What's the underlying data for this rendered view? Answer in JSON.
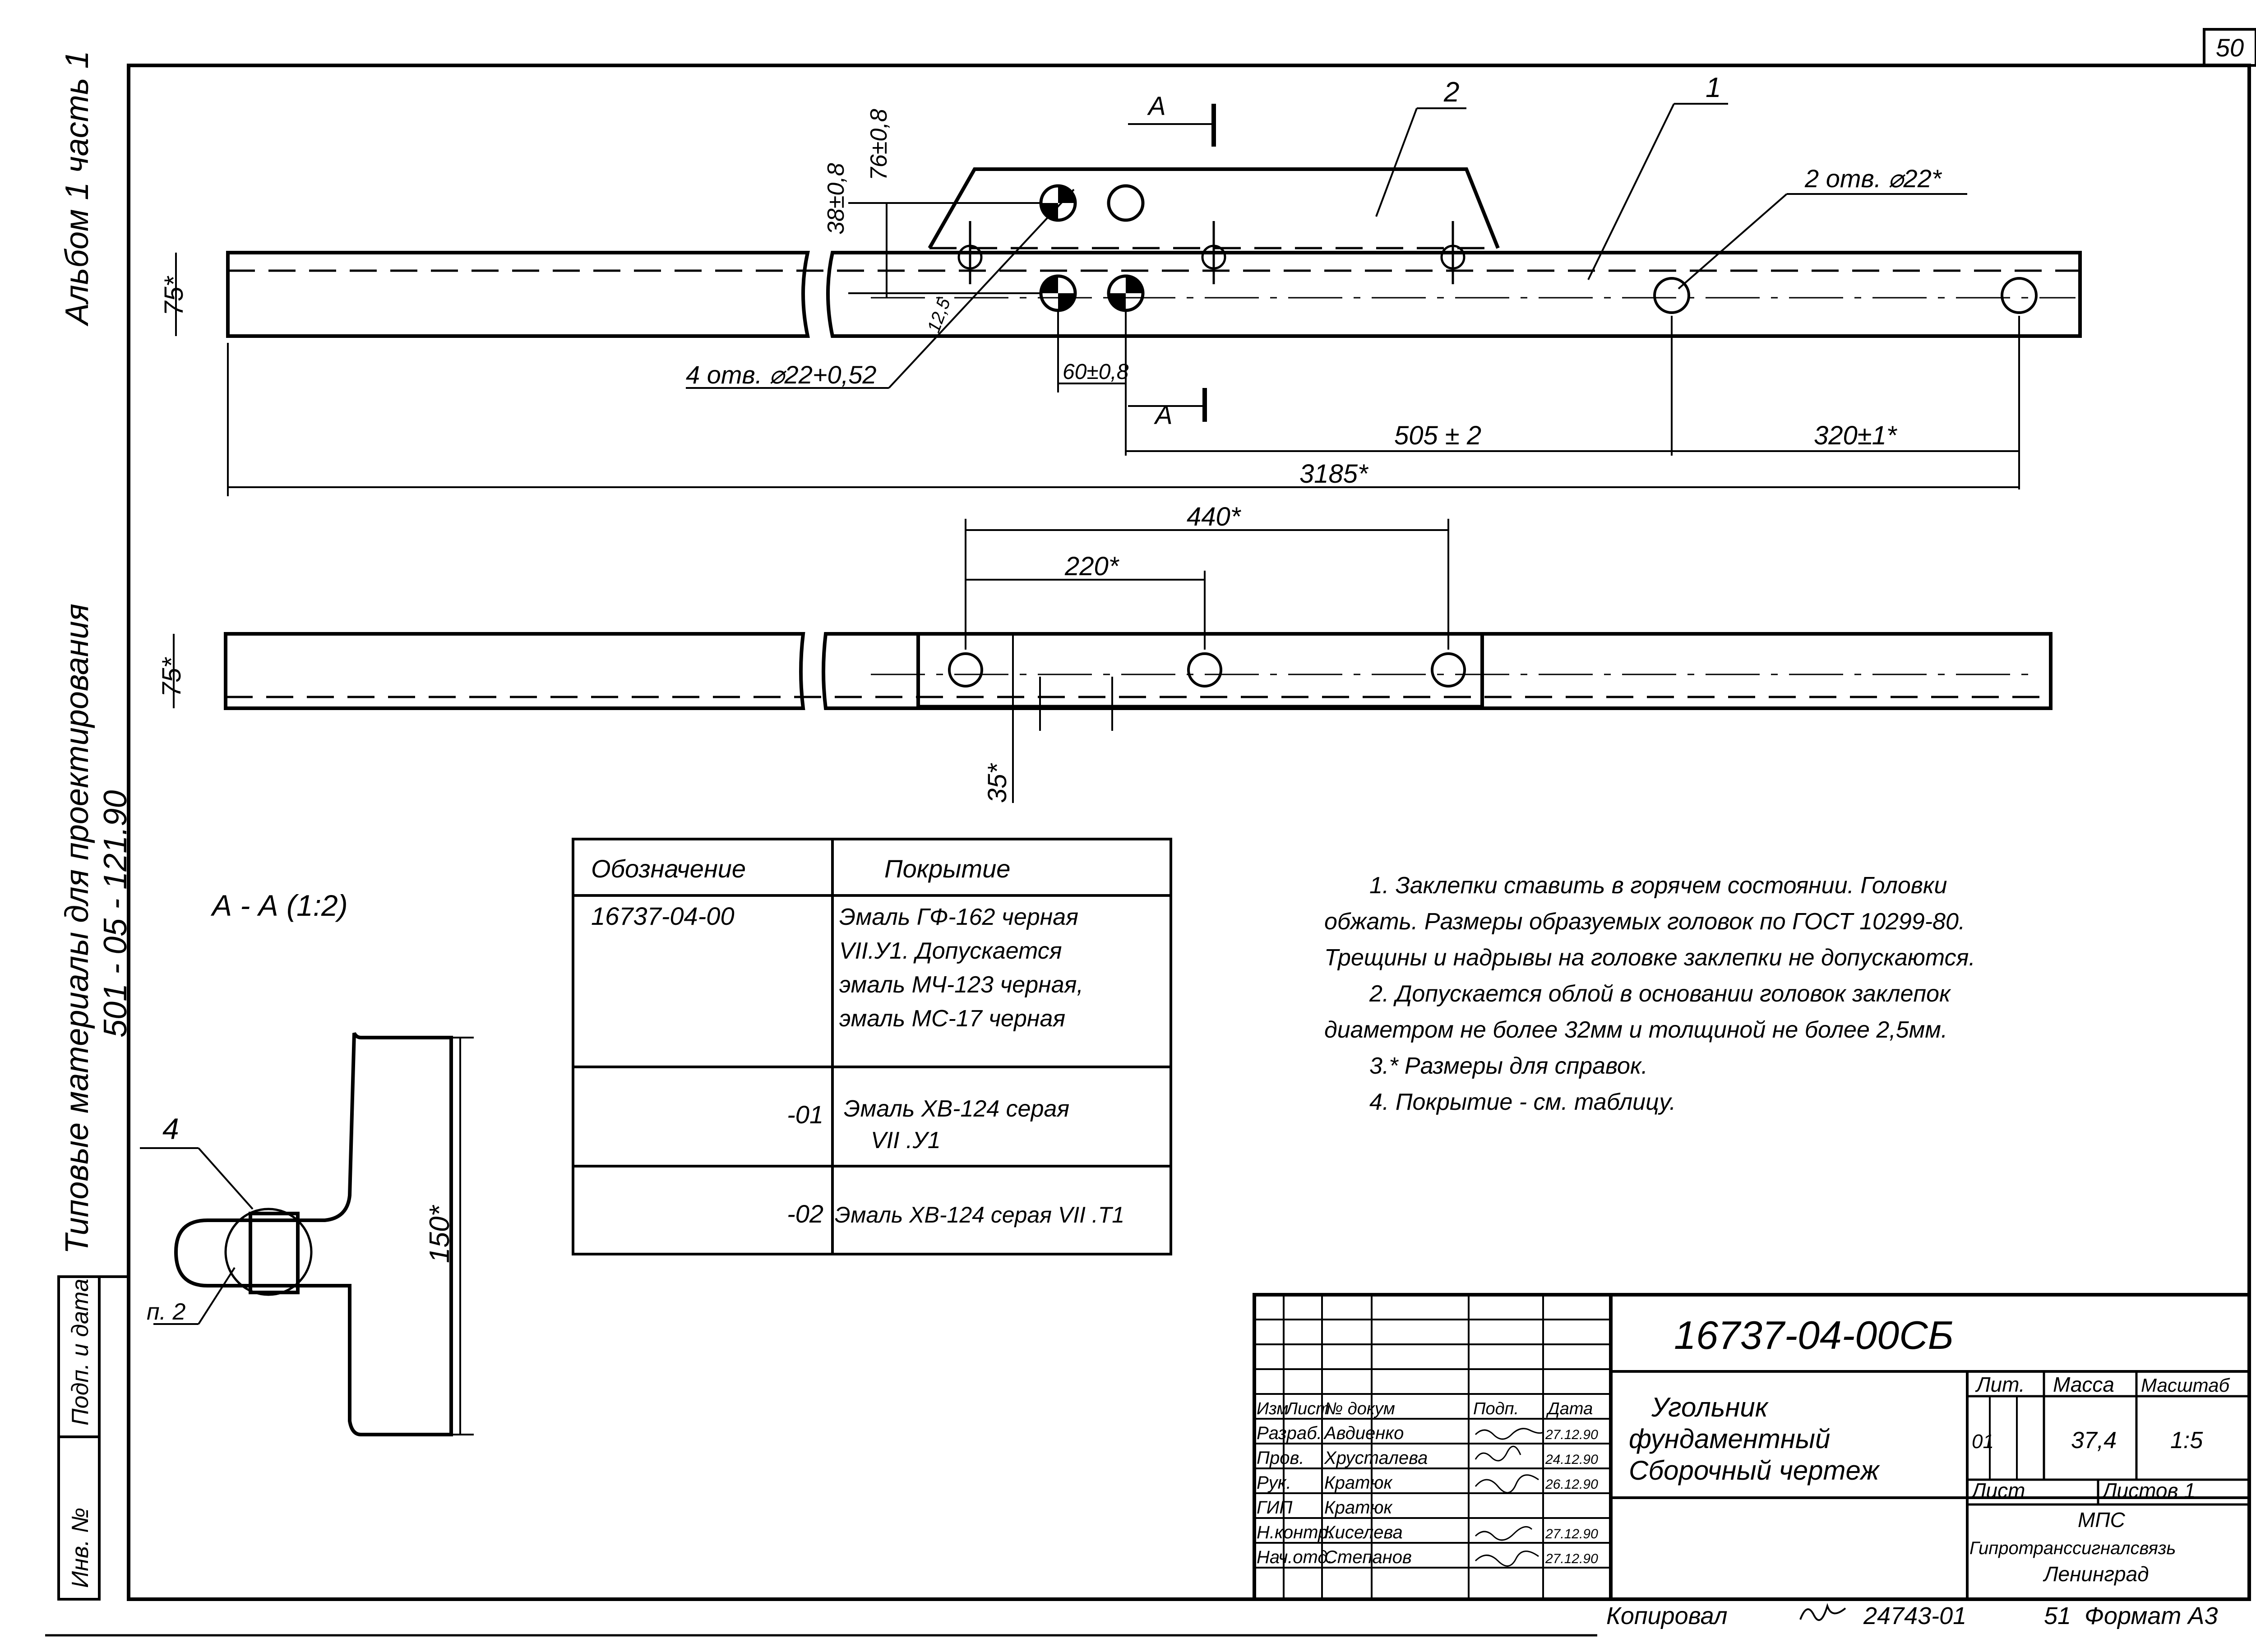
{
  "sheet": {
    "page_number": "50",
    "copied_by": "Копировал",
    "copy_number": "24743-01",
    "sheet_no_bottom": "51",
    "format": "Формат А3"
  },
  "margin": {
    "album": "Альбом 1 часть 1",
    "series_title": "Типовые материалы для проектирования",
    "series_code": "501 - 05 - 121.90",
    "sign_date": "Подп. и дата",
    "inv_no": "Инв. №"
  },
  "drawing": {
    "callouts": {
      "part1": "1",
      "part2": "2",
      "part4": "4",
      "item_p2": "п. 2"
    },
    "section_mark": "А",
    "section_title": "А - А (1:2)",
    "dims": {
      "holes_2": "2 отв. ⌀22*",
      "holes_4": "4 отв. ⌀22+0,52",
      "d_38": "38±0,8",
      "d_76": "76±0,8",
      "d_12_5": "12,5",
      "d_60": "60±0,8",
      "d_75_top": "75*",
      "d_505": "505 ± 2",
      "d_320": "320±1*",
      "d_3185": "3185*",
      "d_440": "440*",
      "d_220": "220*",
      "d_75_bottom": "75*",
      "d_35": "35*",
      "d_150": "150*"
    }
  },
  "coating_table": {
    "headers": [
      "Обозначение",
      "Покрытие"
    ],
    "rows": [
      {
        "designation": "16737-04-00",
        "coating": [
          "Эмаль ГФ-162 черная",
          "VII.У1. Допускается",
          "эмаль МЧ-123 черная,",
          "эмаль МС-17 черная"
        ]
      },
      {
        "designation": "-01",
        "coating": [
          "Эмаль ХВ-124 серая",
          "VII .У1"
        ]
      },
      {
        "designation": "-02",
        "coating": [
          "Эмаль ХВ-124 серая VII .Т1"
        ]
      }
    ]
  },
  "notes": [
    "1. Заклепки ставить в горячем состоянии. Головки",
    "обжать. Размеры образуемых головок по ГОСТ 10299-80.",
    "Трещины и надрывы на головке заклепки не допускаются.",
    "2. Допускается облой в основании головок заклепок",
    "диаметром не более 32мм и толщиной не более 2,5мм.",
    "3.* Размеры для справок.",
    "4. Покрытие - см. таблицу."
  ],
  "title_block": {
    "doc_code": "16737-04-00СБ",
    "name_lines": [
      "Угольник",
      "фундаментный",
      "Сборочный чертеж"
    ],
    "col_headers": [
      "Изм",
      "Лист",
      "№ докум",
      "Подп.",
      "Дата"
    ],
    "people": [
      {
        "role": "Разраб.",
        "name": "Авдиенко",
        "date": "27.12.90"
      },
      {
        "role": "Пров.",
        "name": "Хрусталева",
        "date": "24.12.90"
      },
      {
        "role": "Рук.",
        "name": "Кратюк",
        "date": "26.12.90"
      },
      {
        "role": "ГИП",
        "name": "Кратюк",
        "date": ""
      },
      {
        "role": "Н.контр.",
        "name": "Киселева",
        "date": "27.12.90"
      },
      {
        "role": "Нач.отд.",
        "name": "Степанов",
        "date": "27.12.90"
      }
    ],
    "lit_label": "Лит.",
    "mass_label": "Масса",
    "scale_label": "Масштаб",
    "lit_value": "01",
    "mass_value": "37,4",
    "scale_value": "1:5",
    "sheet_label": "Лист",
    "sheets_label": "Листов 1",
    "org_line1": "МПС",
    "org_line2": "Гипротранссигналсвязь",
    "org_line3": "Ленинград"
  }
}
